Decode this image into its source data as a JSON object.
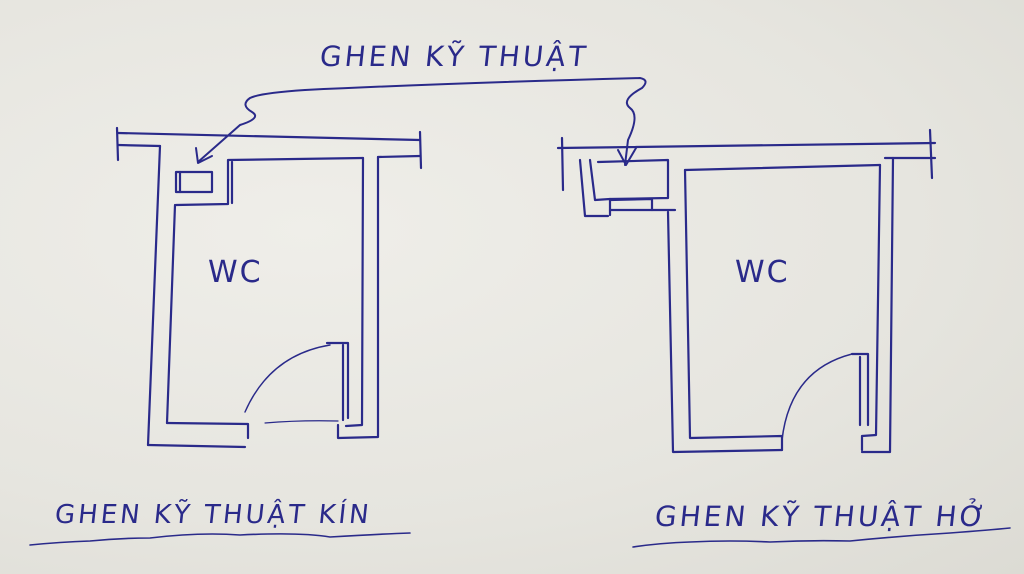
{
  "sketch": {
    "top_label": "GHEN KỸ THUẬT",
    "left_plan": {
      "room_label": "WC",
      "caption": "GHEN KỸ THUẬT KÍN"
    },
    "right_plan": {
      "room_label": "WC",
      "caption": "GHEN KỸ THUẬT HỞ"
    },
    "ink_color": "#2a2a8a",
    "paper_color": "#e9e8e2"
  }
}
